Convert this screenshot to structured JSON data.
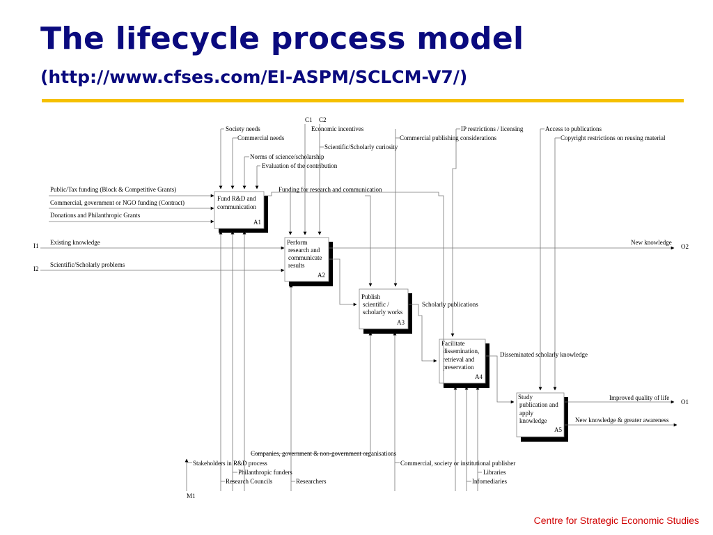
{
  "slide": {
    "title": "The lifecycle process model",
    "subtitle": "(http://www.cfses.com/EI-ASPM/SCLCM-V7/)",
    "footer": "Centre for Strategic Economic Studies",
    "accent_color": "#f5c000",
    "title_color": "#0a0a7e",
    "footer_color": "#d00000"
  },
  "diagram": {
    "activities": [
      {
        "id": "A1",
        "lines": [
          "Fund R&D and",
          "communication"
        ]
      },
      {
        "id": "A2",
        "lines": [
          "Perform",
          "research and",
          "communicate",
          "results"
        ]
      },
      {
        "id": "A3",
        "lines": [
          "Publish",
          "scientific /",
          "scholarly works"
        ]
      },
      {
        "id": "A4",
        "lines": [
          "Facilitate",
          "dissemination,",
          "retrieval and",
          "preservation"
        ]
      },
      {
        "id": "A5",
        "lines": [
          "Study",
          "publication and",
          "apply",
          "knowledge"
        ]
      }
    ],
    "controls": {
      "c1": "C1",
      "c2": "C2",
      "society_needs": "Society needs",
      "commercial_needs": "Commercial needs",
      "economic_incentives": "Economic incentives",
      "scientific_curiosity": "Scientific/Scholarly curiosity",
      "norms": "Norms of science/scholarship",
      "evaluation": "Evaluation of the contribution",
      "commercial_publishing": "Commercial publishing considerations",
      "ip_restrictions": "IP restrictions / licensing",
      "access": "Access to publications",
      "copyright": "Copyright restrictions on reusing material"
    },
    "inputs": {
      "public_funding": "Public/Tax funding (Block & Competitive Grants)",
      "commercial_funding": "Commercial, government or NGO funding (Contract)",
      "donations": "Donations and Philanthropic Grants",
      "i1": "I1",
      "existing_knowledge": "Existing knowledge",
      "i2": "I2",
      "problems": "Scientific/Scholarly problems"
    },
    "flows": {
      "funding": "Funding for research and communication",
      "scholarly_publications": "Scholarly publications",
      "disseminated": "Disseminated scholarly knowledge"
    },
    "outputs": {
      "new_knowledge": "New knowledge",
      "o2": "O2",
      "improved_quality": "Improved quality of life",
      "o1": "O1",
      "greater_awareness": "New knowledge & greater awareness"
    },
    "mechanisms": {
      "companies": "Companies, government & non-government organisations",
      "stakeholders": "Stakeholders in R&D process",
      "philanthropic": "Philanthropic funders",
      "research_councils": "Research Councils",
      "researchers": "Researchers",
      "commercial_publisher": "Commercial, society or institutional publisher",
      "libraries": "Libraries",
      "infomediaries": "Infomediaries",
      "m1": "M1"
    }
  }
}
